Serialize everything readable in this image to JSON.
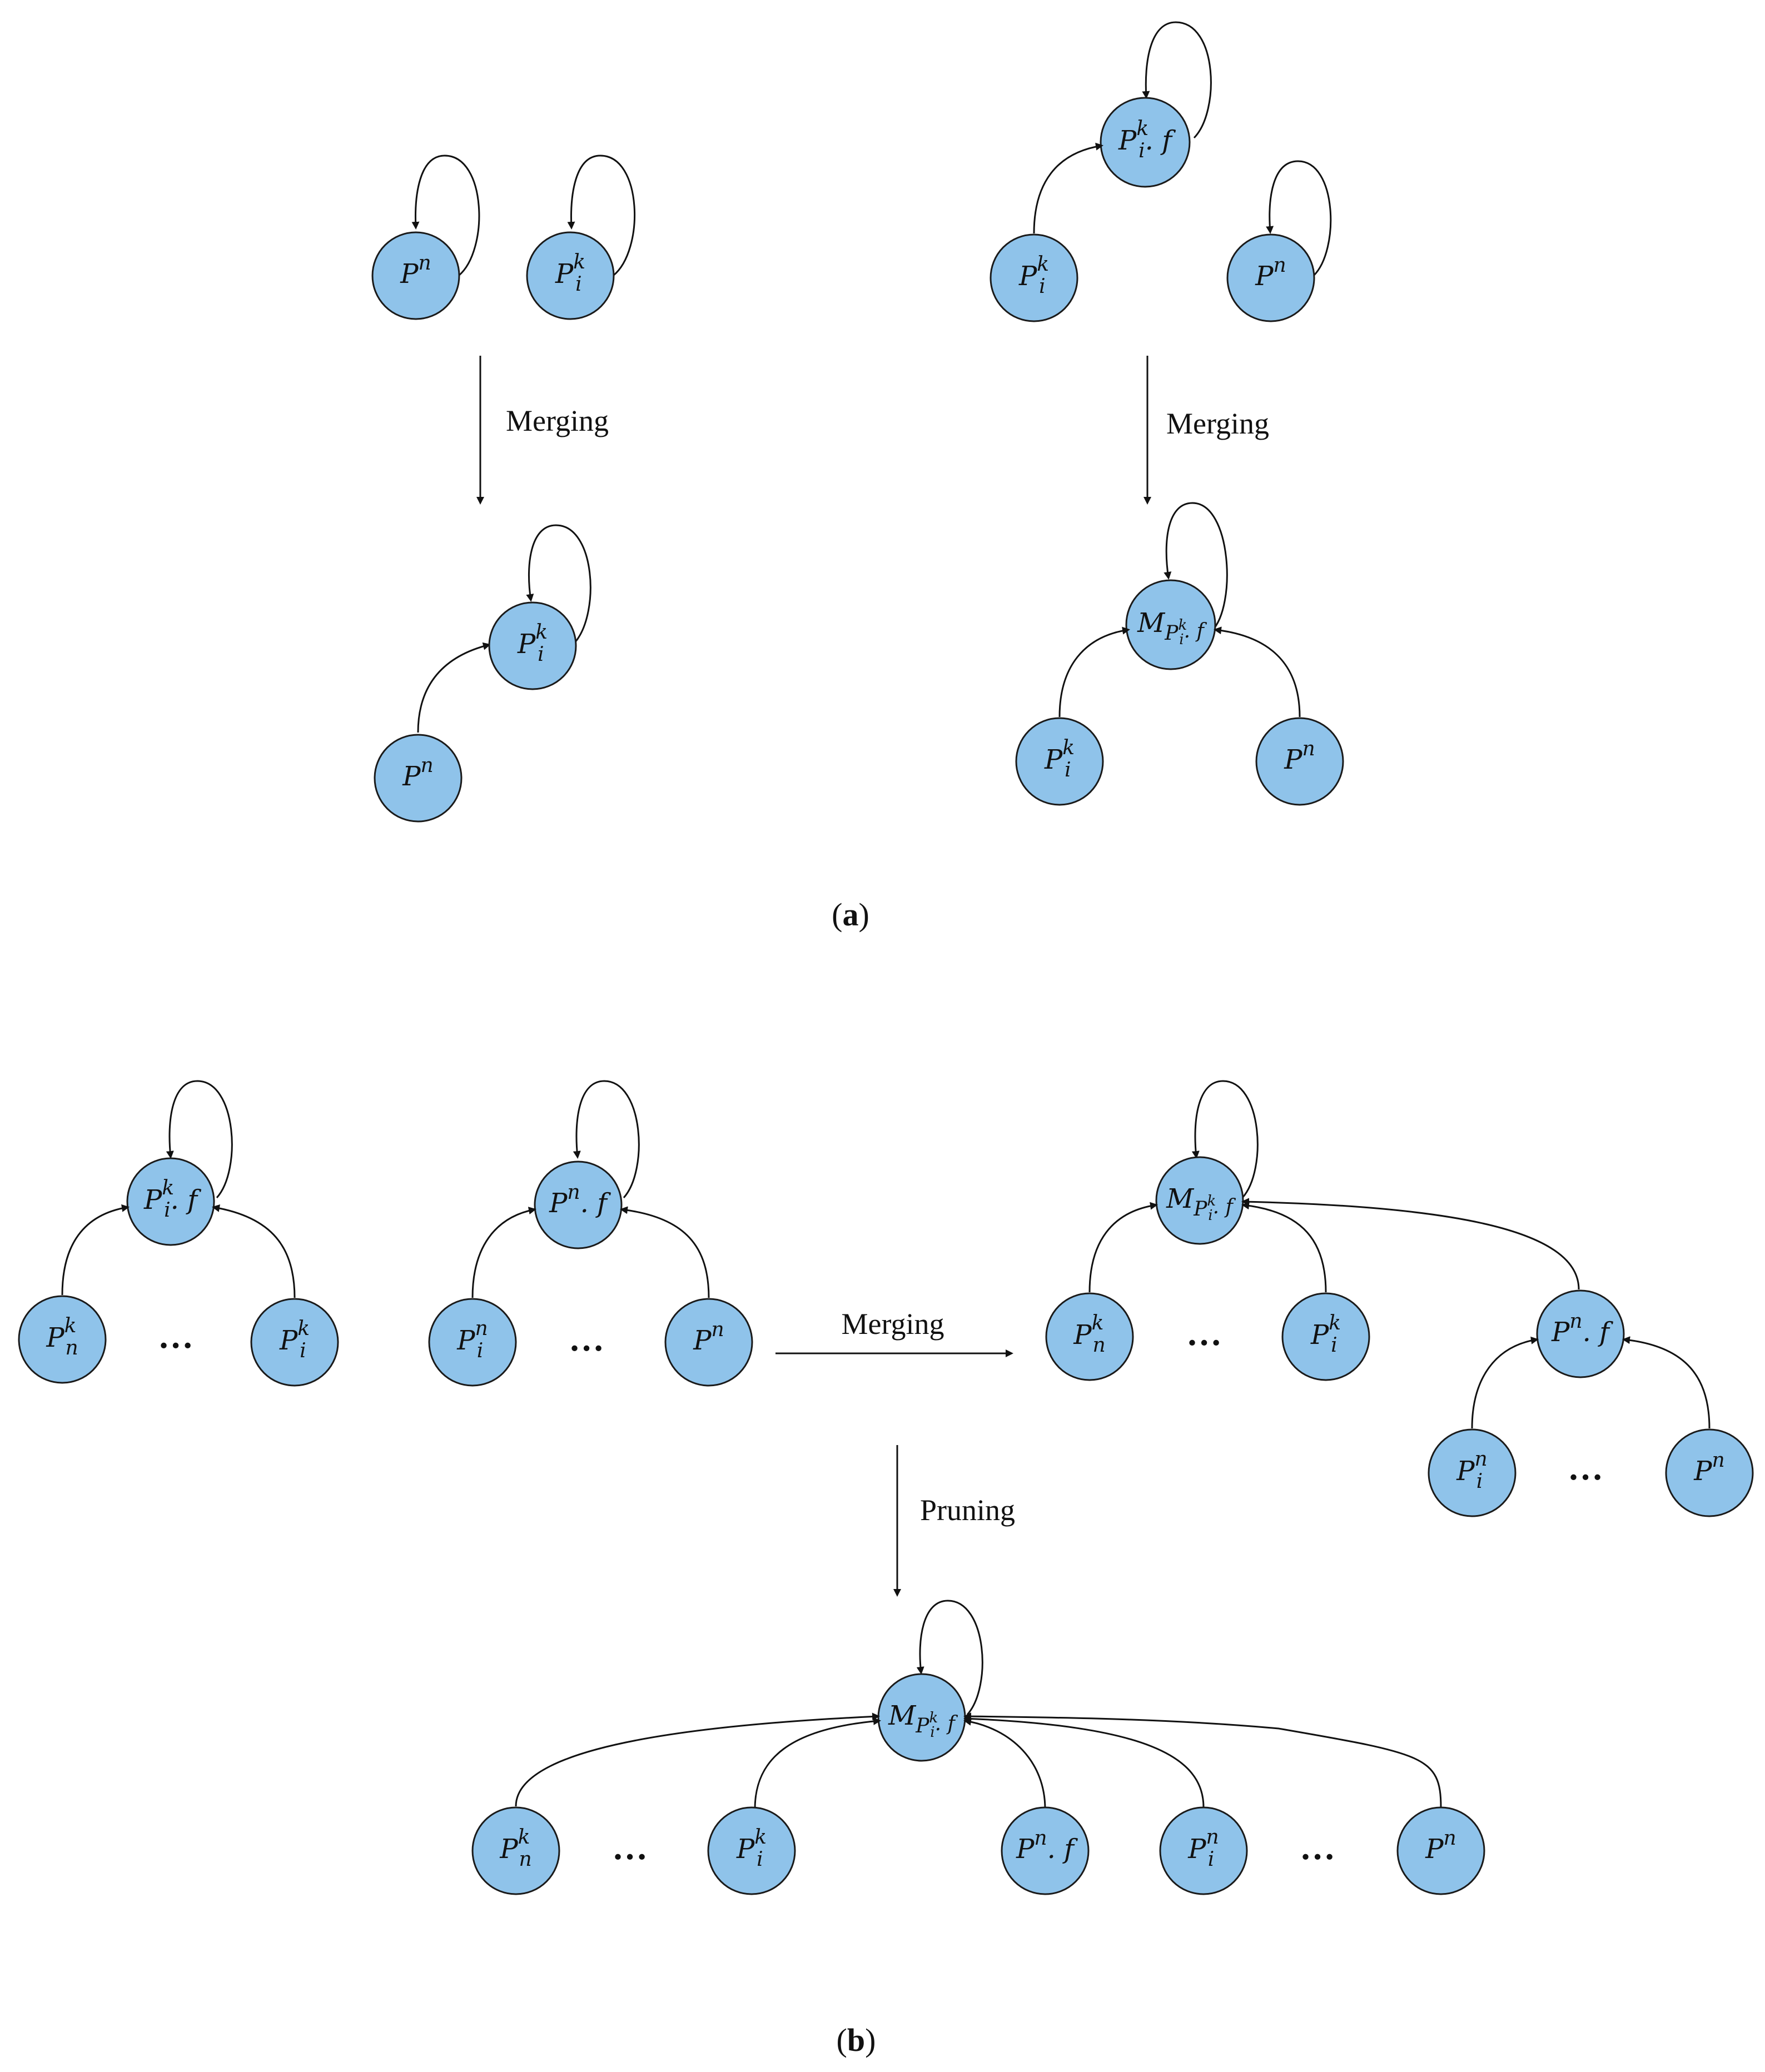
{
  "colors": {
    "node_fill": "#8fc3ea",
    "node_stroke": "#1a1a1a",
    "edge": "#111111"
  },
  "labels": {
    "merging": "Merging",
    "pruning": "Pruning",
    "ellipsis": "…",
    "caption_a_open": "(",
    "caption_a_letter": "a",
    "caption_a_close": ")",
    "caption_b_open": "(",
    "caption_b_letter": "b",
    "caption_b_close": ")"
  },
  "math": {
    "P": "P",
    "M": "M",
    "n": "n",
    "k": "k",
    "i": "i",
    "dot_f": ". f"
  }
}
